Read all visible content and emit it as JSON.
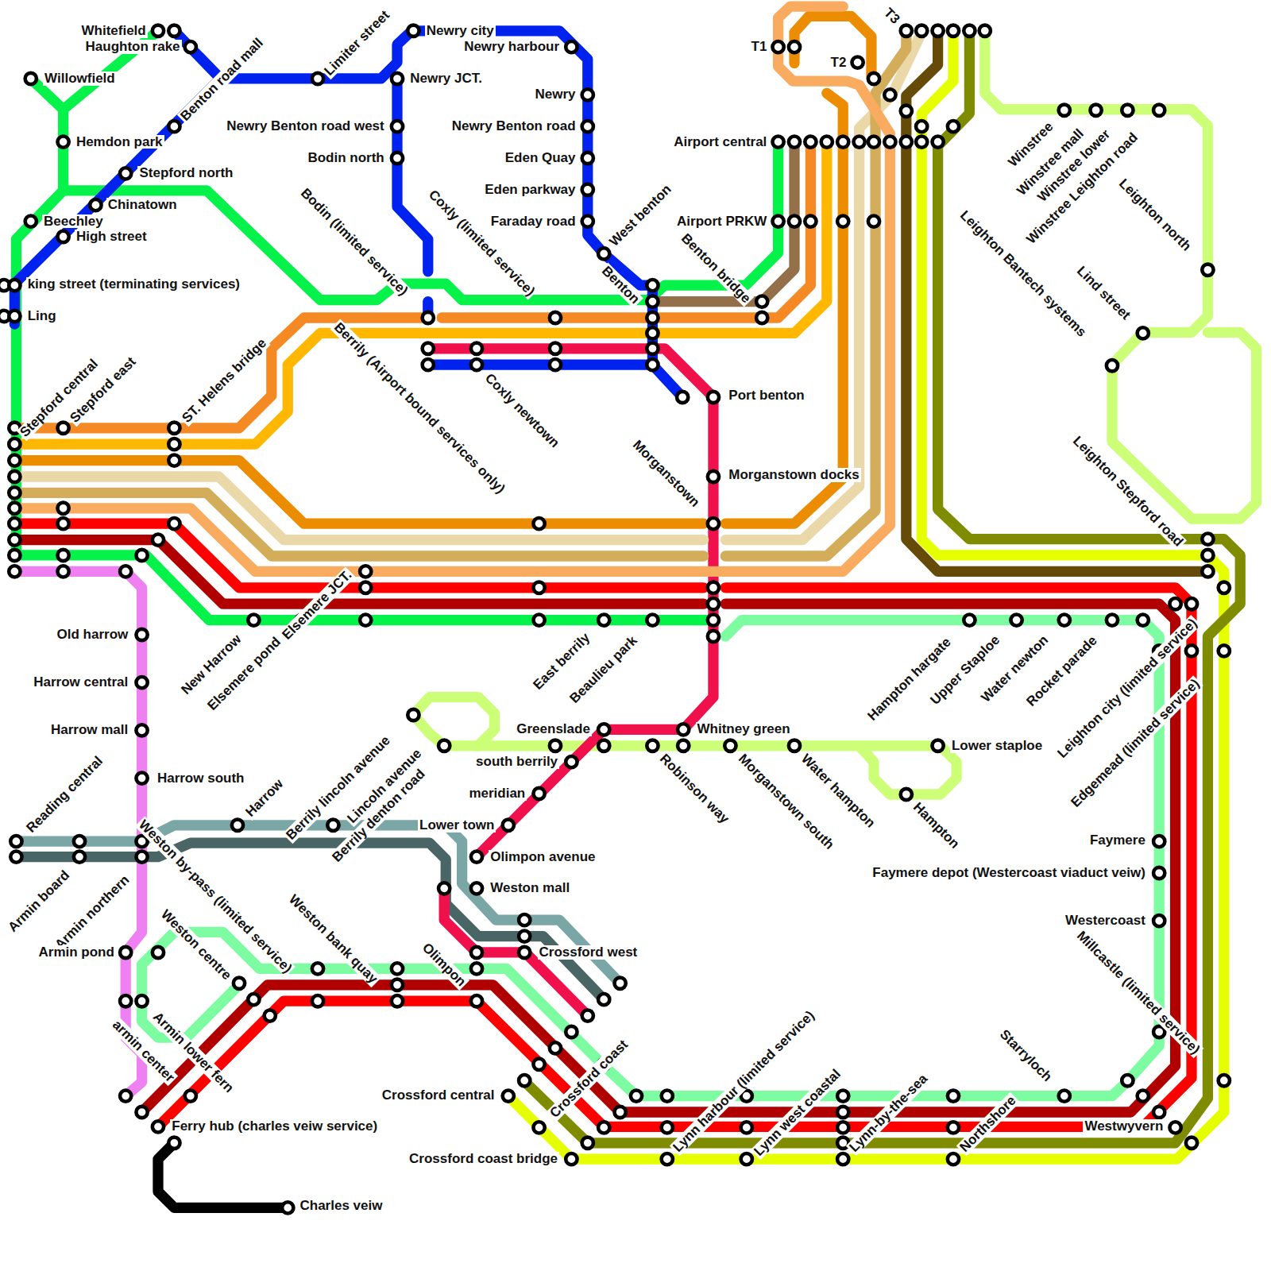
{
  "diagram": {
    "labels": [
      "Whitefield",
      "Haughton rake",
      "Willowfield",
      "Hemdon park",
      "Stepford north",
      "Chinatown",
      "Beechley",
      "High street",
      "king street (terminating services)",
      "Ling",
      "Stepford central",
      "Stepford east",
      "ST. Helens bridge",
      "Benton road mall",
      "Limiter street",
      "Newry city",
      "Newry harbour",
      "Newry JCT.",
      "Newry",
      "Newry Benton road west",
      "Newry Benton road",
      "Bodin north",
      "Eden Quay",
      "Eden parkway",
      "Faraday road",
      "West benton",
      "Bodin (limited service)",
      "Coxly (limited service)",
      "Berrily (Airport bound services only)",
      "Coxly newtown",
      "Benton",
      "Benton bridge",
      "Airport central",
      "Airport PRKW",
      "T1",
      "T2",
      "T3",
      "Winstree",
      "Winstree mall",
      "Winstree lower",
      "Winstree Leighton road",
      "Leighton north",
      "Lind street",
      "Leighton Bantech systems",
      "Leighton Stepford road",
      "Port benton",
      "Morganstown docks",
      "Morganstown",
      "New Harrow",
      "Elsemere pond",
      "Elsemere JCT.",
      "East berrily",
      "Beaulieu park",
      "Hampton hargate",
      "Upper Staploe",
      "Water newton",
      "Rocket parade",
      "Leighton city (limited service)",
      "Edgemead (limited service)",
      "Greenslade",
      "Whitney green",
      "south berrily",
      "meridian",
      "Lower town",
      "Olimpon avenue",
      "Weston mall",
      "Crossford west",
      "Lower staploe",
      "Robinson way",
      "Morganstown south",
      "Water hampton",
      "Hampton",
      "Berrily lincoln avenue",
      "Lincoln avenue",
      "Berrily denton road",
      "Harrow",
      "Reading central",
      "Armin board",
      "Armin northern",
      "Weston by-pass (limited service)",
      "Old harrow",
      "Harrow central",
      "Harrow mall",
      "Harrow south",
      "Armin pond",
      "Weston centre",
      "Armin lower fern",
      "armin center",
      "Weston bank quay",
      "Olimpon",
      "Crossford coast",
      "Crossford central",
      "Crossford coast bridge",
      "Ferry hub (charles veiw service)",
      "Charles veiw",
      "Lynn harbour (limited service)",
      "Lynn west coastal",
      "Lynn-by-the-sea",
      "Northshore",
      "Starryloch",
      "Millcastle (limited service)",
      "Westwyvern",
      "Faymere",
      "Faymere depot (Westercoast viaduct veiw)",
      "Westercoast"
    ]
  }
}
